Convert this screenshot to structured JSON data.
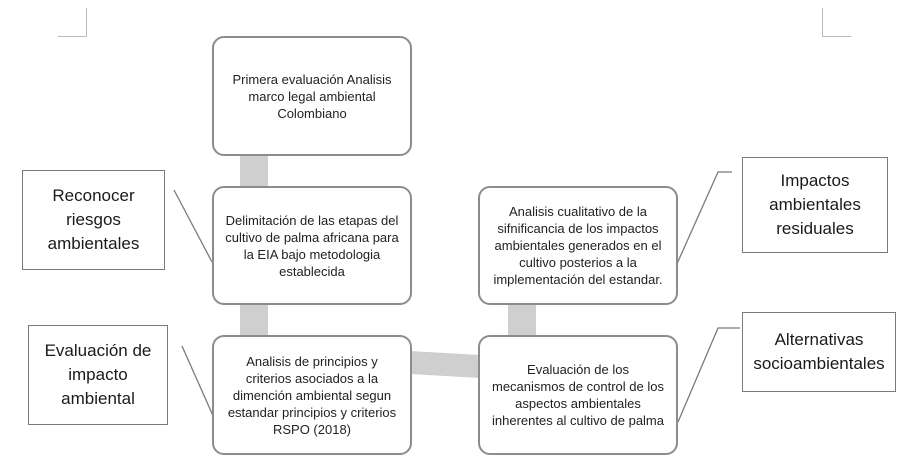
{
  "nodes": {
    "n1": "Primera evaluación Analisis marco legal ambiental Colombiano",
    "n2": "Delimitación de las etapas del cultivo de palma africana para la EIA bajo metodologia establecida",
    "n3": "Analisis de principios y criterios asociados a la dimención ambiental segun estandar principios y criterios RSPO (2018)",
    "n4": "Evaluación de los mecanismos de control de los aspectos ambientales inherentes al cultivo de palma",
    "n5": "Analisis cualitativo de la sifnificancia de los impactos ambientales generados en el cultivo posterios a la implementación del estandar."
  },
  "callouts": {
    "c1": "Reconocer riesgos ambientales",
    "c2": "Evaluación de impacto ambiental",
    "c3": "Impactos ambientales residuales",
    "c4": "Alternativas socioambientales"
  },
  "colors": {
    "connector": "#cfcfcf",
    "node_border": "#8c8c8c",
    "leader_line": "#7a7a7a"
  }
}
